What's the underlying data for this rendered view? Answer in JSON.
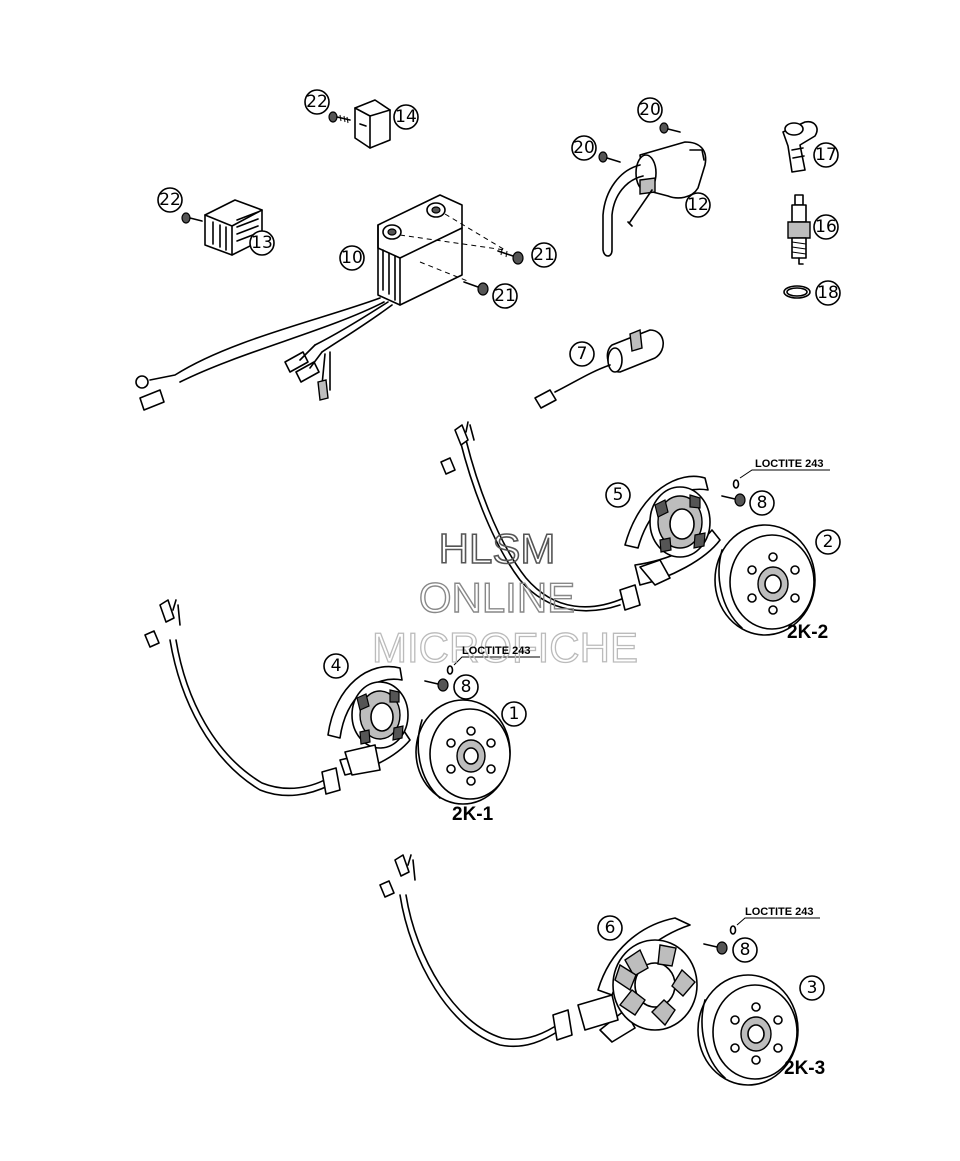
{
  "watermark": {
    "line1": "HLSM",
    "line2": "ONLINE",
    "line3": "MICROFICHE"
  },
  "callouts": [
    {
      "id": "c22a",
      "label": "22"
    },
    {
      "id": "c14",
      "label": "14"
    },
    {
      "id": "c22b",
      "label": "22"
    },
    {
      "id": "c13",
      "label": "13"
    },
    {
      "id": "c10",
      "label": "10"
    },
    {
      "id": "c21a",
      "label": "21"
    },
    {
      "id": "c21b",
      "label": "21"
    },
    {
      "id": "c20a",
      "label": "20"
    },
    {
      "id": "c20b",
      "label": "20"
    },
    {
      "id": "c12",
      "label": "12"
    },
    {
      "id": "c17",
      "label": "17"
    },
    {
      "id": "c16",
      "label": "16"
    },
    {
      "id": "c18",
      "label": "18"
    },
    {
      "id": "c7",
      "label": "7"
    },
    {
      "id": "c5",
      "label": "5"
    },
    {
      "id": "c8a",
      "label": "8"
    },
    {
      "id": "c2",
      "label": "2"
    },
    {
      "id": "c4",
      "label": "4"
    },
    {
      "id": "c8b",
      "label": "8"
    },
    {
      "id": "c1",
      "label": "1"
    },
    {
      "id": "c6",
      "label": "6"
    },
    {
      "id": "c8c",
      "label": "8"
    },
    {
      "id": "c3",
      "label": "3"
    }
  ],
  "loctite": [
    "LOCTITE 243",
    "LOCTITE 243",
    "LOCTITE 243"
  ],
  "variants": [
    "2K-2",
    "2K-1",
    "2K-3"
  ]
}
